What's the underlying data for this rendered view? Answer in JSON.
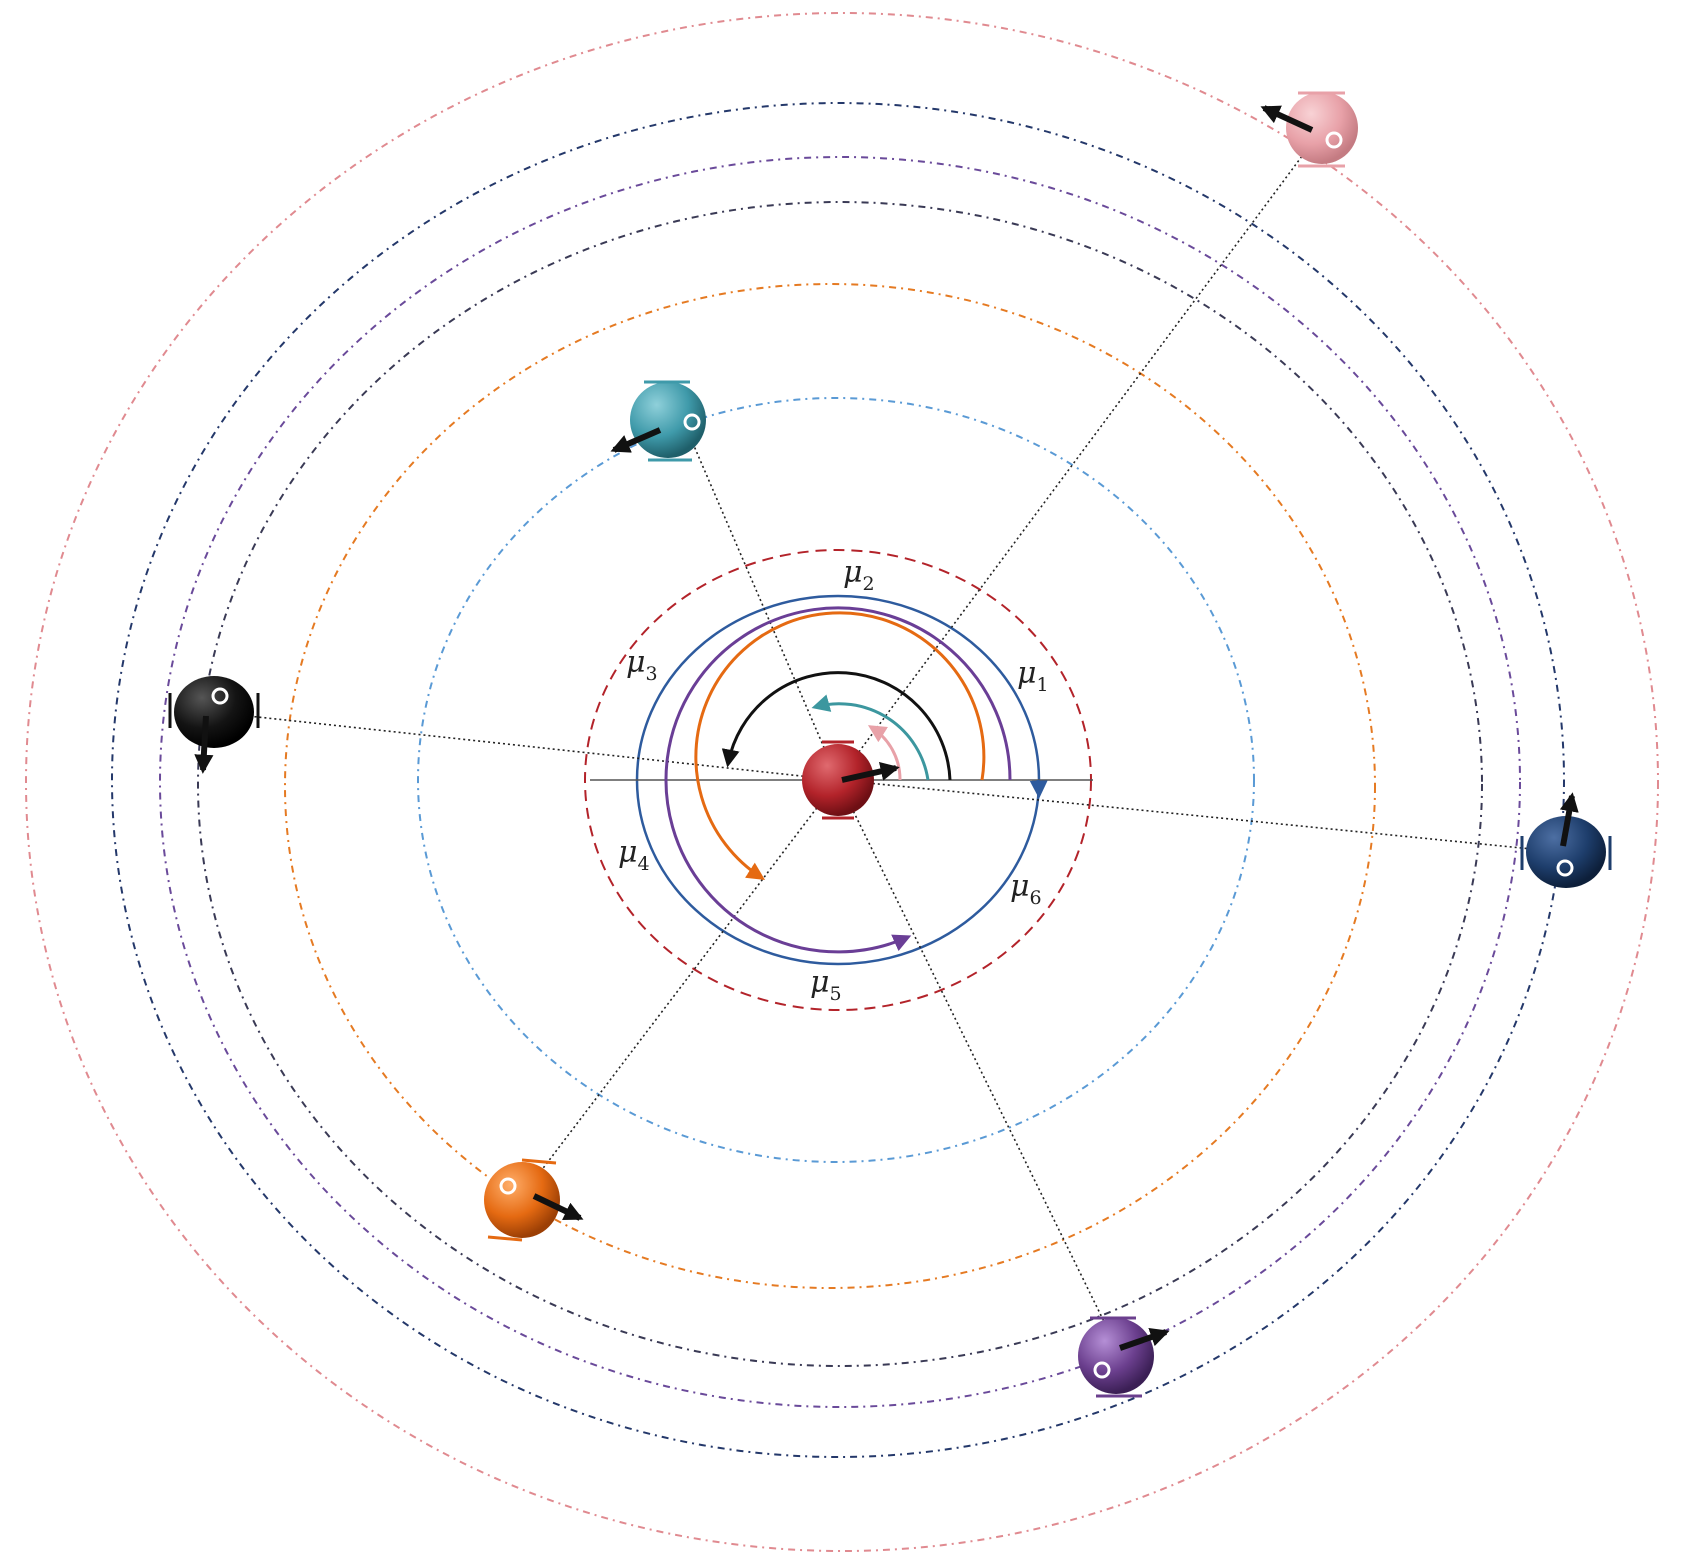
{
  "diagram": {
    "labels": [
      {
        "id": "mu2",
        "base": "μ",
        "sub": "2"
      },
      {
        "id": "mu3",
        "base": "μ",
        "sub": "3"
      },
      {
        "id": "mu1",
        "base": "μ",
        "sub": "1"
      },
      {
        "id": "mu4",
        "base": "μ",
        "sub": "4"
      },
      {
        "id": "mu6",
        "base": "μ",
        "sub": "6"
      },
      {
        "id": "mu5",
        "base": "μ",
        "sub": "5"
      }
    ],
    "colors": {
      "center": "#b3232a",
      "blue_robot": "#1e3e6c",
      "pink_robot": "#e8a1a8",
      "teal_robot": "#3f9aaa",
      "black_robot": "#141414",
      "orange_robot": "#e56a12",
      "purple_robot": "#6b3f8e",
      "orbit_blue": "#2b4b86",
      "orbit_purple": "#6a4a9a",
      "orbit_light_blue": "#5a9ad5",
      "orbit_pink": "#e08a90",
      "orbit_dark": "#3a3a55",
      "ring_red": "#b3232a",
      "arc_orange": "#e56a12",
      "arc_purple": "#6a3e96",
      "arc_blue": "#2e5b9e",
      "arc_teal": "#3c979f"
    },
    "icons": [
      "robot-icon",
      "heading-arrow-icon",
      "angle-arrow-icon"
    ]
  }
}
